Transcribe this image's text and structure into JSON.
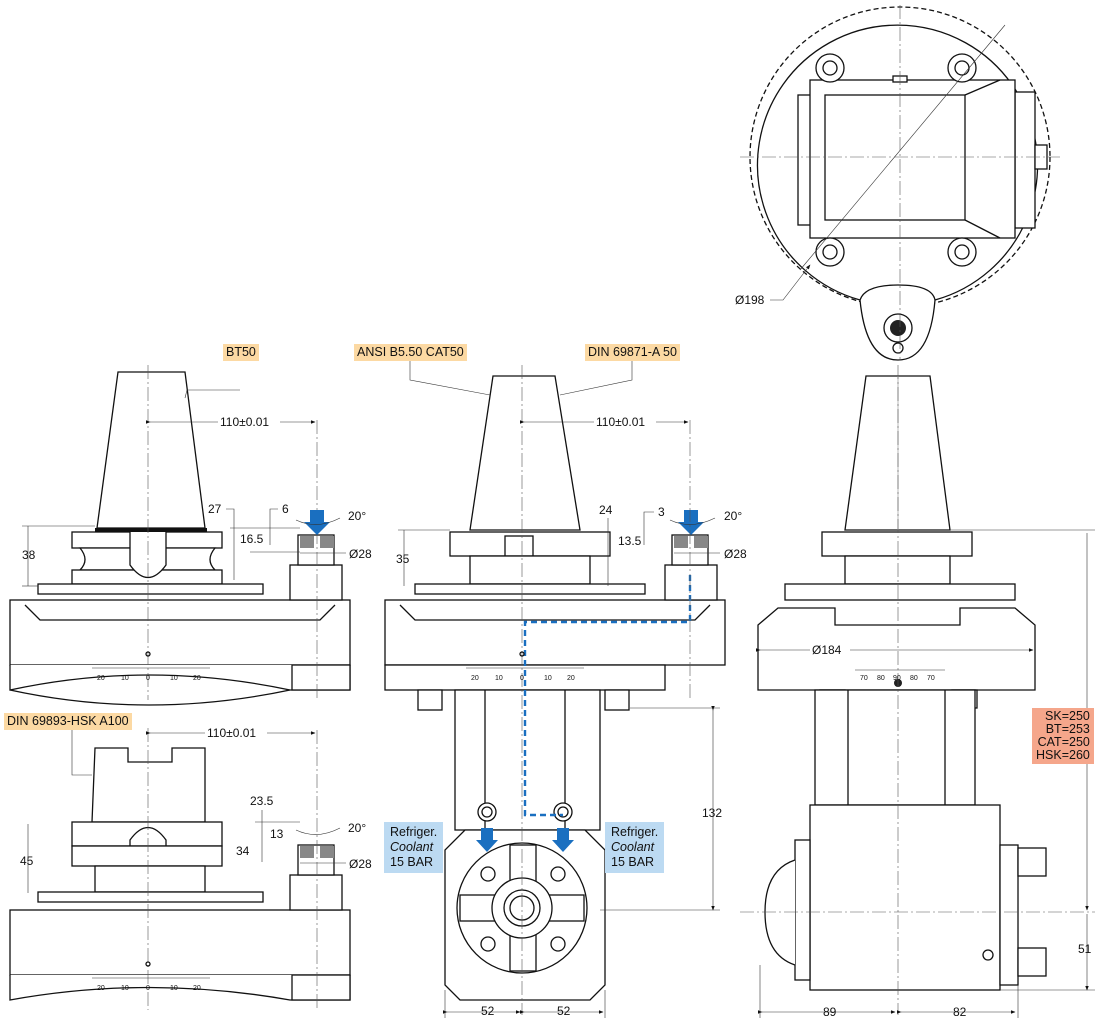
{
  "standards": {
    "bt": "BT50",
    "cat": "ANSI B5.50 CAT50",
    "din": "DIN 69871-A 50",
    "hsk": "DIN 69893-HSK A100"
  },
  "coolant": {
    "line1": "Refriger.",
    "line2": "Coolant",
    "line3": "15 BAR"
  },
  "lengths": [
    "SK=250",
    "BT=253",
    "CAT=250",
    "HSK=260"
  ],
  "dimensions": {
    "top_diameter": "Ø198",
    "bt_offset": "110±0.01",
    "bt_27": "27",
    "bt_6": "6",
    "bt_16_5": "16.5",
    "bt_38": "38",
    "bt_angle": "20°",
    "bt_dia": "Ø28",
    "cat_offset": "110±0.01",
    "cat_24": "24",
    "cat_3": "3",
    "cat_13_5": "13.5",
    "cat_35": "35",
    "cat_angle": "20°",
    "cat_dia": "Ø28",
    "hsk_offset": "110±0.01",
    "hsk_23_5": "23.5",
    "hsk_13": "13",
    "hsk_34": "34",
    "hsk_45": "45",
    "hsk_angle": "20°",
    "hsk_dia": "Ø28",
    "side_184": "Ø184",
    "mid_132": "132",
    "w_52a": "52",
    "w_52b": "52",
    "side_51": "51",
    "side_89": "89",
    "side_82": "82"
  },
  "scales": {
    "front": [
      "20",
      "10",
      "0",
      "10",
      "20"
    ],
    "side": [
      "70",
      "80",
      "90",
      "80",
      "70"
    ]
  },
  "colors": {
    "standard_tag": "#fcd9a3",
    "coolant_tag": "#bcdaf2",
    "length_tag": "#f5a68b",
    "coolant_arrow": "#1a6fc0"
  }
}
